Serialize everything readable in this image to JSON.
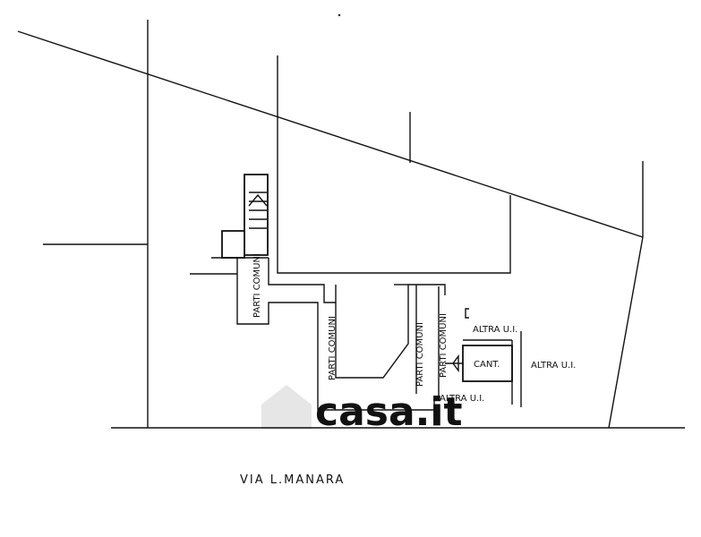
{
  "plan": {
    "street_label": "VIA L.MANARA",
    "common_parts_label": "PARTI COMUNI",
    "other_unit_label": "ALTRA U.I.",
    "other_unit_label_right": "ALTRA U.I.",
    "cellar_label": "CANT.",
    "watermark": "casa.it"
  }
}
